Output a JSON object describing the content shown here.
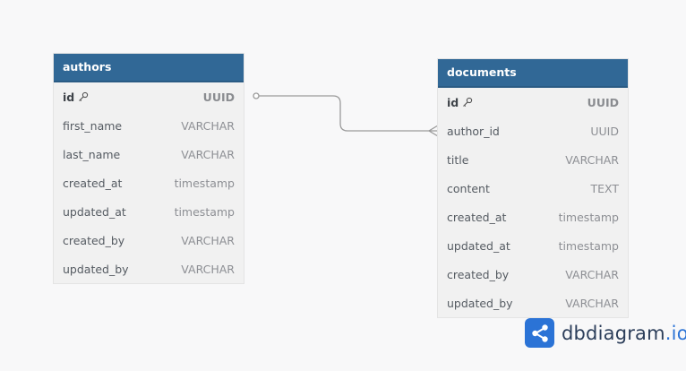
{
  "tables": {
    "authors": {
      "name": "authors",
      "columns": [
        {
          "name": "id",
          "type": "UUID",
          "pk": true
        },
        {
          "name": "first_name",
          "type": "VARCHAR"
        },
        {
          "name": "last_name",
          "type": "VARCHAR"
        },
        {
          "name": "created_at",
          "type": "timestamp"
        },
        {
          "name": "updated_at",
          "type": "timestamp"
        },
        {
          "name": "created_by",
          "type": "VARCHAR"
        },
        {
          "name": "updated_by",
          "type": "VARCHAR"
        }
      ]
    },
    "documents": {
      "name": "documents",
      "columns": [
        {
          "name": "id",
          "type": "UUID",
          "pk": true
        },
        {
          "name": "author_id",
          "type": "UUID"
        },
        {
          "name": "title",
          "type": "VARCHAR"
        },
        {
          "name": "content",
          "type": "TEXT"
        },
        {
          "name": "created_at",
          "type": "timestamp"
        },
        {
          "name": "updated_at",
          "type": "timestamp"
        },
        {
          "name": "created_by",
          "type": "VARCHAR"
        },
        {
          "name": "updated_by",
          "type": "VARCHAR"
        }
      ]
    }
  },
  "relationship": {
    "from": "authors.id",
    "to": "documents.author_id",
    "cardinality": "one-to-many"
  },
  "brand": {
    "name_main": "dbdiagram",
    "name_suffix": ".io",
    "icon": "share-nodes-icon",
    "color": "#2b73d6"
  },
  "colors": {
    "header": "#316896",
    "row_bg": "#f1f1f1",
    "connector": "#9a9a9a"
  }
}
